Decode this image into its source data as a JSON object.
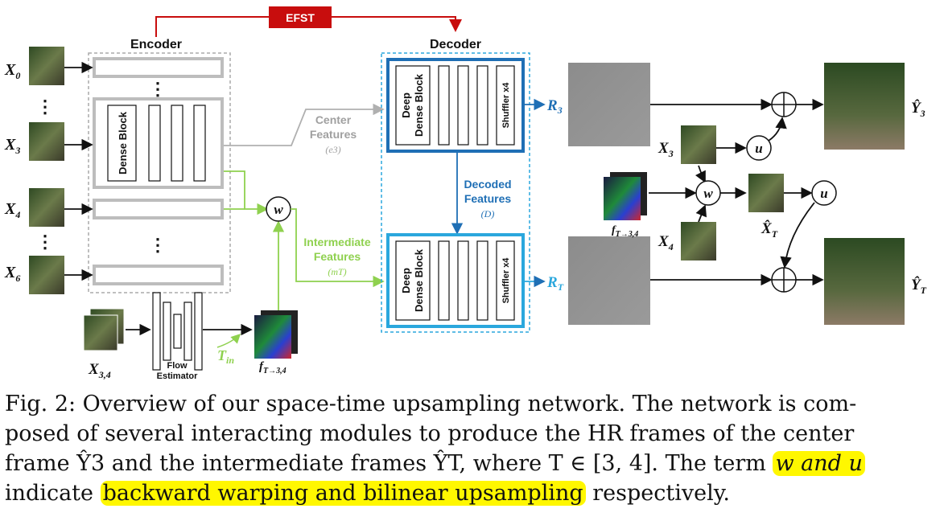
{
  "figure": {
    "encoder_label": "Encoder",
    "decoder_label": "Decoder",
    "efst_label": "EFST",
    "dense_block_label": "Dense Block",
    "deep_dense_block_label_1": "Deep",
    "deep_dense_block_label_2": "Dense Block",
    "shuffler_label": "Shuffler x4",
    "inputs": [
      "X0",
      "X3",
      "X4",
      "X6"
    ],
    "input_34_label": "X3,4",
    "flow_estimator_label_1": "Flow",
    "flow_estimator_label_2": "Estimator",
    "flow_output_label": "fT→3,4",
    "tin_label": "Tin",
    "center_features_1": "Center",
    "center_features_2": "Features",
    "center_features_sym": "(e3)",
    "intermediate_features_1": "Intermediate",
    "intermediate_features_2": "Features",
    "intermediate_features_sym": "(mT)",
    "decoded_features_1": "Decoded",
    "decoded_features_2": "Features",
    "decoded_features_sym": "(D)",
    "w_op": "w",
    "u_op": "u",
    "r3_label": "R3",
    "rt_label": "RT",
    "y3_label": "Ŷ3",
    "yt_label": "ŶT",
    "xt_label": "X̂T",
    "right_x3_label": "X3",
    "right_x4_label": "X4",
    "right_flow_label": "fT→3,4",
    "colors": {
      "efst_red": "#c80d0d",
      "decoder_blue": "#1f6fb5",
      "decoder_light_blue": "#2aa7dd",
      "green": "#8fd14f",
      "gray": "#b0b0b0"
    }
  },
  "caption": {
    "line1": "Fig. 2: Overview of our space-time upsampling network. The network is com-",
    "line2": "posed of several interacting modules to produce the HR frames of the center",
    "line3_a": "frame Ŷ3 and the intermediate frames ŶT, where T ∈ [3, 4]. The term ",
    "line3_highlight": "w and u",
    "line4_a": "indicate ",
    "line4_highlight": "backward warping and bilinear upsampling",
    "line4_b": " respectively."
  }
}
